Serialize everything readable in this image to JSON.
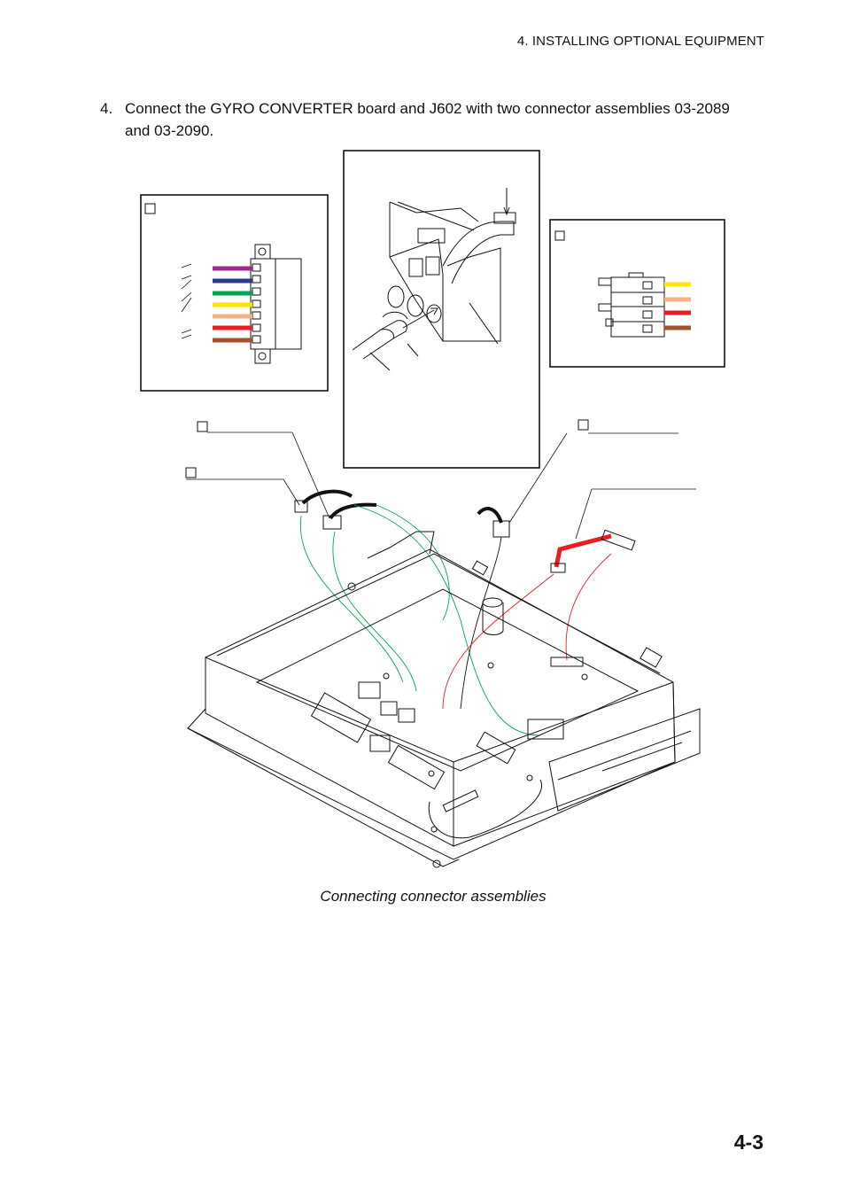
{
  "header": {
    "section": "4. INSTALLING OPTIONAL EQUIPMENT"
  },
  "step": {
    "number": "4.",
    "text": "Connect the GYRO CONVERTER board and J602 with two connector assemblies 03-2089 and 03-2090."
  },
  "figure": {
    "caption": "Connecting connector assemblies",
    "wire_colors": {
      "purple": "#9b2a8a",
      "blue": "#2b3990",
      "green": "#00a651",
      "yellow": "#ffe600",
      "peach": "#f4b183",
      "red": "#ed1c24",
      "brown": "#a0522d",
      "routing_green": "#00a651",
      "routing_red": "#ed1c24"
    }
  },
  "page": {
    "number": "4-3"
  }
}
